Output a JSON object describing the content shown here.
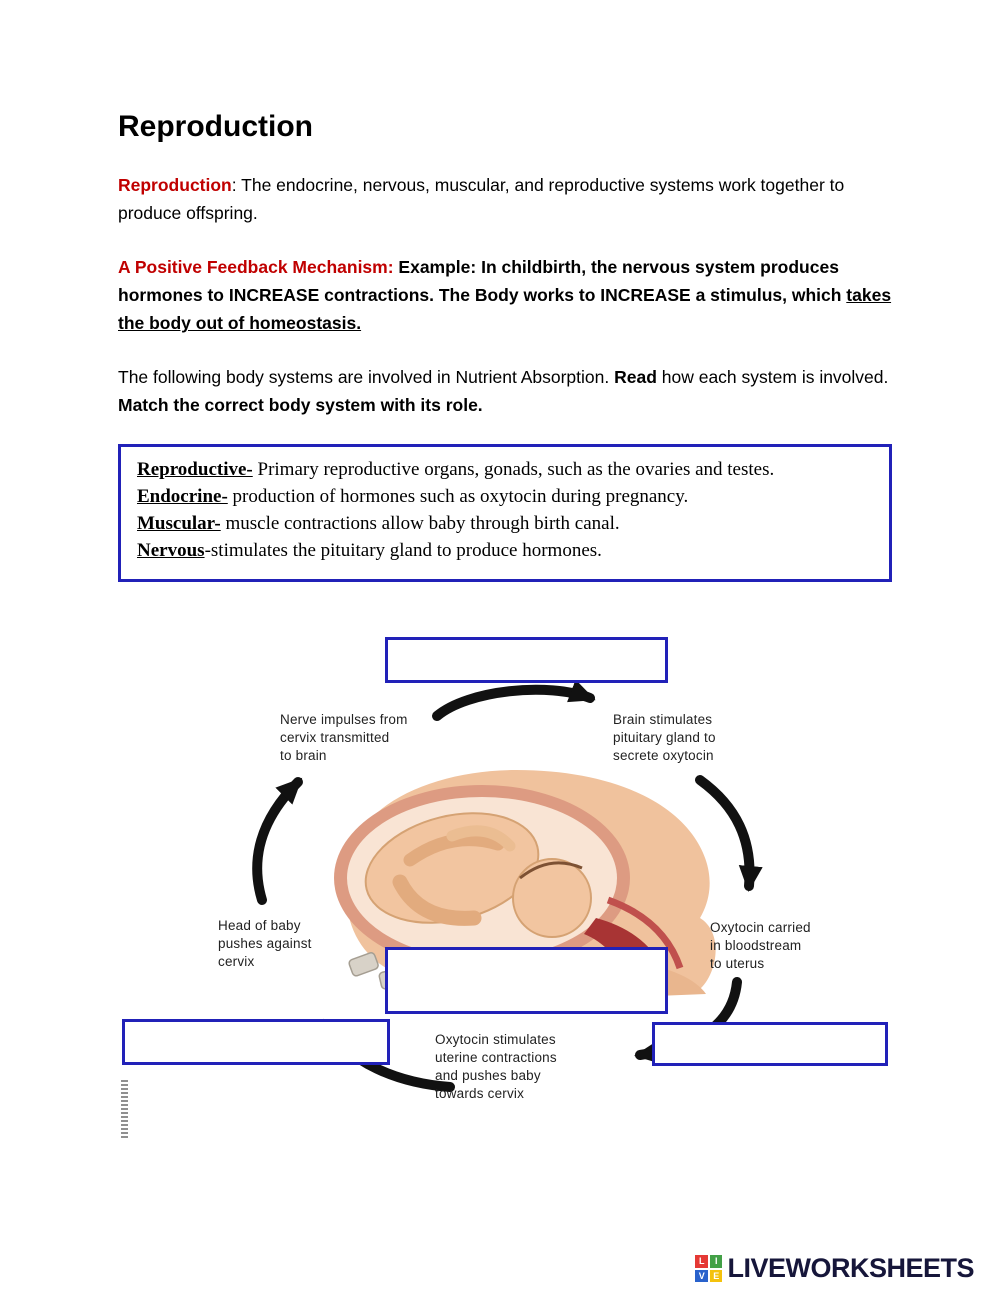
{
  "document": {
    "title": "Reproduction"
  },
  "intro": {
    "term": "Reproduction",
    "text": ": The endocrine, nervous, muscular, and reproductive systems work together to produce offspring."
  },
  "feedback": {
    "label": "A Positive Feedback Mechanism:",
    "text": " Example: In childbirth, the nervous system produces hormones to INCREASE contractions. The Body works to INCREASE a stimulus, which ",
    "underlined": "takes the body out of homeostasis."
  },
  "instructions": {
    "part1": "The following body systems are involved in Nutrient Absorption. ",
    "bold1": "Read",
    "part2": " how each system is involved. ",
    "bold2": "Match the correct body system with its role."
  },
  "definitions": {
    "items": [
      {
        "term": "Reproductive-",
        "rest": " Primary reproductive organs, gonads, such as the ovaries and testes."
      },
      {
        "term": "Endocrine-",
        "rest": " production of hormones such as oxytocin during pregnancy."
      },
      {
        "term": "Muscular-",
        "rest": " muscle contractions allow baby through birth canal."
      },
      {
        "term": "Nervous",
        "rest": "-stimulates the pituitary gland to produce hormones."
      }
    ]
  },
  "diagram": {
    "labels": {
      "nerve_impulses": "Nerve impulses from\ncervix transmitted\nto brain",
      "brain_stimulates": "Brain stimulates\npituitary gland to\nsecrete oxytocin",
      "oxytocin_carried": "Oxytocin carried\nin bloodstream\nto uterus",
      "head_of_baby": "Head of baby\npushes against\ncervix",
      "oxytocin_stimulates": "Oxytocin stimulates\nuterine contractions\nand pushes baby\ntowards cervix"
    },
    "blanks": {
      "top": "",
      "middle": "",
      "bottom_left": "",
      "bottom_right": ""
    }
  },
  "footer": {
    "brand": "LIVEWORKSHEETS",
    "logo_letters": [
      {
        "letter": "L",
        "color": "#e53935"
      },
      {
        "letter": "I",
        "color": "#43a047"
      },
      {
        "letter": "V",
        "color": "#2962cc"
      },
      {
        "letter": "E",
        "color": "#f4c20d"
      }
    ]
  },
  "colors": {
    "accent_red": "#C00000",
    "input_border_blue": "#2121b8",
    "arrow_black": "#111111"
  }
}
